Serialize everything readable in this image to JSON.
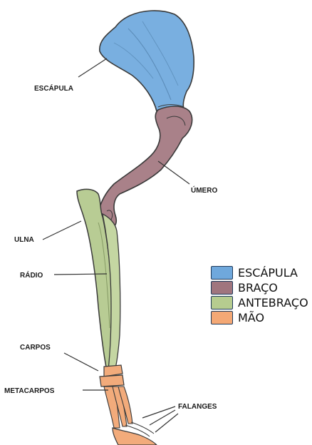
{
  "labels": {
    "escapula": "ESCÁPULA",
    "umero": "ÚMERO",
    "ulna": "ULNA",
    "radio": "RÁDIO",
    "carpos": "CARPOS",
    "metacarpos": "METACARPOS",
    "falanges": "FALANGES"
  },
  "legend": [
    {
      "label": "ESCÁPULA",
      "color": "#6fa8dc"
    },
    {
      "label": "BRAÇO",
      "color": "#a0757e"
    },
    {
      "label": "ANTEBRAÇO",
      "color": "#b6cc8f"
    },
    {
      "label": "MÃO",
      "color": "#f4a875"
    }
  ],
  "colors": {
    "scapula": "#79afe0",
    "humerus": "#a98189",
    "forearm": "#b8cc94",
    "hand": "#f2ab7b",
    "outline": "#3a3a3a"
  }
}
